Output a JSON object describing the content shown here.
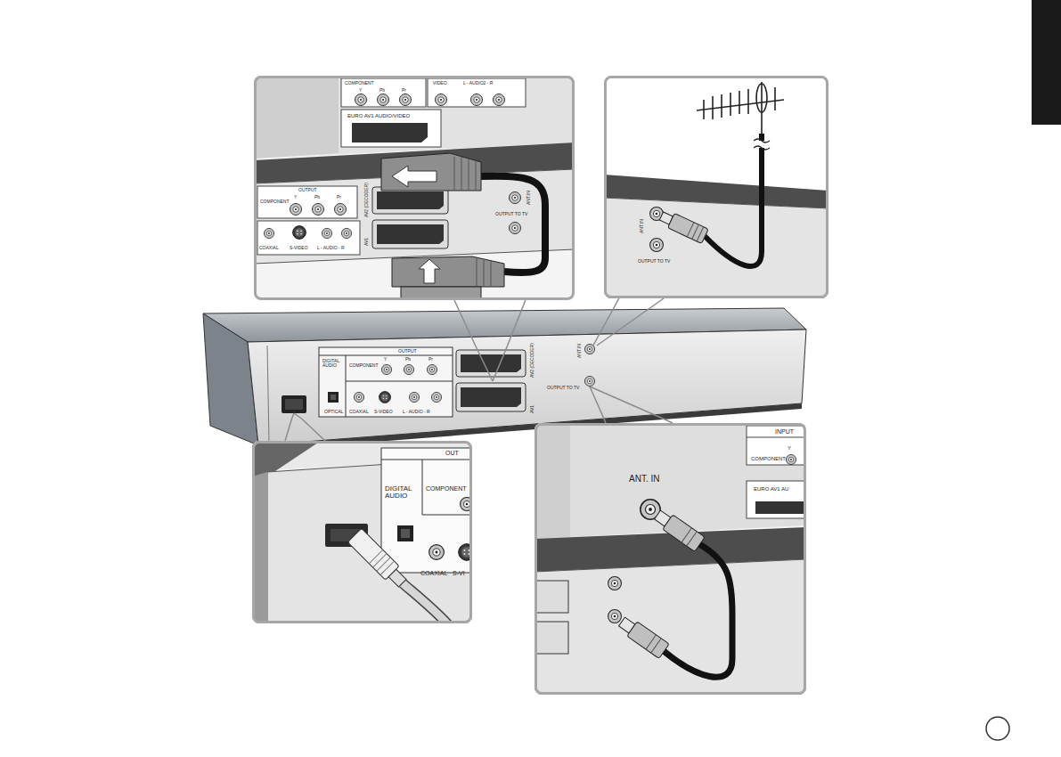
{
  "diagram": {
    "nodes": [
      {
        "text": [
          "COMPONENT",
          "Y",
          "Pb",
          "Pr",
          "VIDEO",
          "L - AUDIO2 - R",
          "EURO AV1 AUDIO/VIDEO",
          "OUTPUT",
          "COMPONENT",
          "Y",
          "Pb",
          "Pr",
          "AV2 (DECODER)",
          "AV1",
          "COAXIAL",
          "S-VIDEO",
          "L - AUDIO - R",
          "ANT.IN",
          "OUTPUT TO TV"
        ]
      },
      {
        "text": [
          "ANT.IN",
          "OUTPUT TO TV"
        ]
      },
      {
        "text": [
          "OUTPUT",
          "DIGITAL AUDIO",
          "COMPONENT",
          "Y",
          "Pb",
          "Pr",
          "OPTICAL",
          "COAXIAL",
          "S-VIDEO",
          "L - AUDIO - R",
          "AV2 (DECODER)",
          "AV1",
          "ANT.IN",
          "OUTPUT TO TV"
        ]
      },
      {
        "text": [
          "OUT",
          "DIGITAL AUDIO",
          "COMPONENT",
          "COAXIAL",
          "S-VI"
        ]
      },
      {
        "text": [
          "ANT. IN",
          "INPUT",
          "COMPONENT",
          "Y",
          "EURO AV1 AU"
        ]
      }
    ],
    "edges": [
      {
        "from": 0,
        "to": 2,
        "arrow": "none"
      },
      {
        "from": 1,
        "to": 2,
        "arrow": "none"
      },
      {
        "from": 3,
        "to": 2,
        "arrow": "none"
      },
      {
        "from": 4,
        "to": 2,
        "arrow": "none"
      }
    ]
  }
}
